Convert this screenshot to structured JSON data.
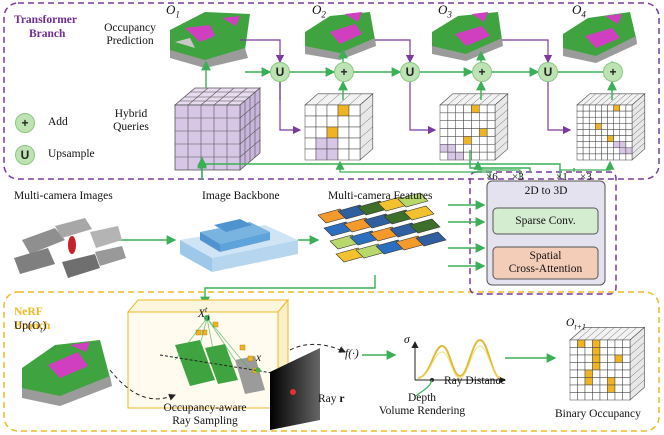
{
  "transformer_branch": {
    "title_line1": "Transformer",
    "title_line2": "Branch"
  },
  "nerf_branch": {
    "title_line1": "NeRF",
    "title_line2": "Branch"
  },
  "legend": {
    "add": {
      "symbol": "+",
      "label": "Add"
    },
    "upsample": {
      "symbol": "U",
      "label": "Upsample"
    }
  },
  "labels": {
    "occupancy_prediction_line1": "Occupancy",
    "occupancy_prediction_line2": "Prediction",
    "hybrid_queries_line1": "Hybrid",
    "hybrid_queries_line2": "Queries",
    "multi_camera_images": "Multi-camera Images",
    "image_backbone": "Image Backbone",
    "multi_camera_features": "Multi-camera Features",
    "up_ot": "Up(O",
    "up_ot_sub": "t",
    "up_ot_close": ")",
    "occupancy_aware_line1": "Occupancy-aware",
    "occupancy_aware_line2": "Ray Sampling",
    "ray_r": "Ray ",
    "ray_r_bold": "r",
    "f_func": "f(·)",
    "sigma": "σ",
    "ray_distance": "Ray Distance",
    "depth": "Depth",
    "volume_rendering": "Volume Rendering",
    "binary_occupancy": "Binary Occupancy",
    "o_next": "O",
    "o_next_sub": "t+1",
    "xt_i": "X",
    "xt_i_sup": "t",
    "xt_i_sub": "i",
    "x": "x"
  },
  "outputs": [
    {
      "base": "O",
      "sub": "1"
    },
    {
      "base": "O",
      "sub": "2"
    },
    {
      "base": "O",
      "sub": "3"
    },
    {
      "base": "O",
      "sub": "4"
    }
  ],
  "ops": [
    "U",
    "+",
    "U",
    "+",
    "U",
    "+"
  ],
  "module": {
    "title": "2D to 3D",
    "sparse_conv": "Sparse Conv.",
    "spatial_line1": "Spatial",
    "spatial_line2": "Cross-Attention",
    "repeats": [
      "×6",
      "×3",
      "×1",
      "×3"
    ]
  },
  "colors": {
    "transformer_border": "#7a3aa0",
    "nerf_border": "#f2b824",
    "arrow": "#3aaf55",
    "query_cube": "#d7c6e6",
    "backbone": "#79b3e0",
    "sparse_conv_fill": "#d4ecd0",
    "spatial_fill": "#f4cdb8",
    "module_fill": "#e4e2ef",
    "add_circle": "#bde3b3",
    "occupied_cell": "#f0b321",
    "terrain_green": "#3fa43f",
    "terrain_magenta": "#d13fc1"
  }
}
